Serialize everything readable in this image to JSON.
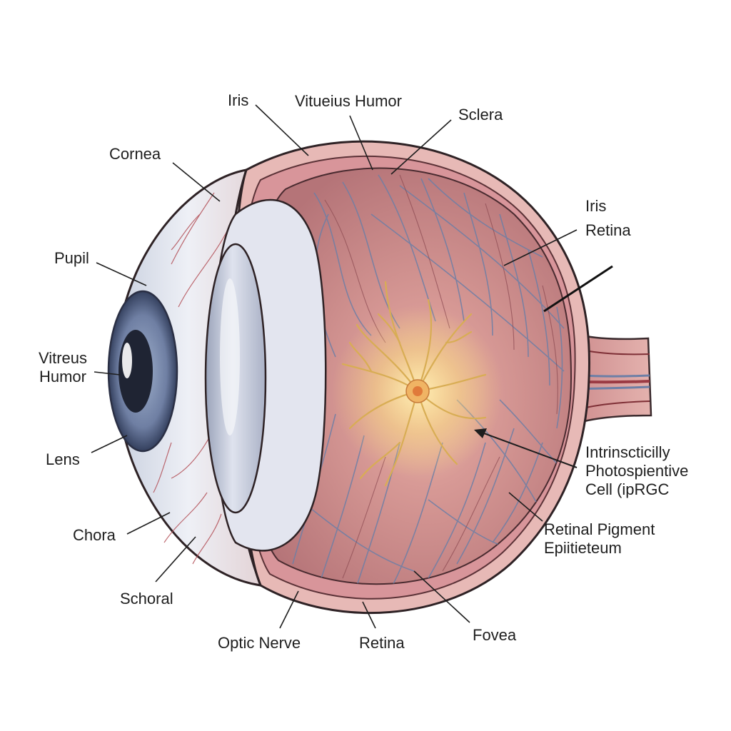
{
  "labels": {
    "iris_top": "Iris",
    "vitreous_top": "Vitueius Humor",
    "sclera": "Sclera",
    "cornea": "Cornea",
    "iris_right": "Iris",
    "retina_right": "Retina",
    "pupil": "Pupil",
    "vitreus_line1": "Vitreus",
    "vitreus_line2": "Humor",
    "lens": "Lens",
    "iprgc_line1": "Intrinscticilly",
    "iprgc_line2": "Photospientive",
    "iprgc_line3": "Cell (ipRGC",
    "rpe_line1": "Retinal Pigment",
    "rpe_line2": "Epiitieteum",
    "chora": "Chora",
    "schoral": "Schoral",
    "optic_nerve": "Optic Nerve",
    "retina_bottom": "Retina",
    "fovea": "Fovea"
  },
  "colors": {
    "sclera_outer": "#d99a98",
    "sclera_fill": "#ecc7c4",
    "interior_mid": "#c98a8c",
    "interior_dark": "#b57478",
    "cornea_white": "#e9ecf3",
    "iris_blue": "#7d8cab",
    "pupil_dark": "#1f2433",
    "lens_grey": "#b9bfd0",
    "vessel_blue": "#6d7fa6",
    "cell_yellow": "#f2d27a",
    "cell_core": "#e58a4a",
    "outline": "#2a1f22"
  }
}
